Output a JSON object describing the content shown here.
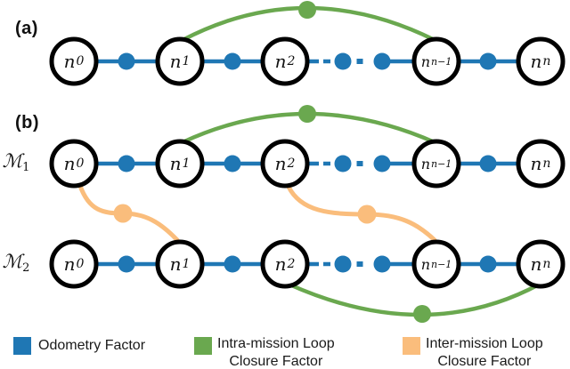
{
  "colors": {
    "odometry": "#1f77b4",
    "intra_mission_loop": "#6aa84f",
    "inter_mission_loop": "#fabd7c",
    "node_outline": "#000000",
    "node_fill": "#ffffff",
    "background": "#ffffff"
  },
  "panel_labels": {
    "a": "(a)",
    "b": "(b)"
  },
  "mission_labels": {
    "m1": {
      "base": "ℳ",
      "sub": "1"
    },
    "m2": {
      "base": "ℳ",
      "sub": "2"
    }
  },
  "rows": {
    "a": {
      "nodes": [
        {
          "base": "n",
          "sub": "0"
        },
        {
          "base": "n",
          "sub": "1"
        },
        {
          "base": "n",
          "sub": "2"
        },
        {
          "base": "n",
          "sub": "n−1"
        },
        {
          "base": "n",
          "sub": "n"
        }
      ]
    },
    "m1": {
      "nodes": [
        {
          "base": "n",
          "sub": "0"
        },
        {
          "base": "n",
          "sub": "1"
        },
        {
          "base": "n",
          "sub": "2"
        },
        {
          "base": "n",
          "sub": "n−1"
        },
        {
          "base": "n",
          "sub": "n"
        }
      ]
    },
    "m2": {
      "nodes": [
        {
          "base": "n",
          "sub": "0"
        },
        {
          "base": "n",
          "sub": "1"
        },
        {
          "base": "n",
          "sub": "2"
        },
        {
          "base": "n",
          "sub": "n−1"
        },
        {
          "base": "n",
          "sub": "n"
        }
      ]
    }
  },
  "legend": {
    "odometry": {
      "label": "Odometry Factor"
    },
    "intra_mission": {
      "line1": "Intra-mission Loop",
      "line2": "Closure Factor"
    },
    "inter_mission": {
      "line1": "Inter-mission Loop",
      "line2": "Closure Factor"
    }
  }
}
